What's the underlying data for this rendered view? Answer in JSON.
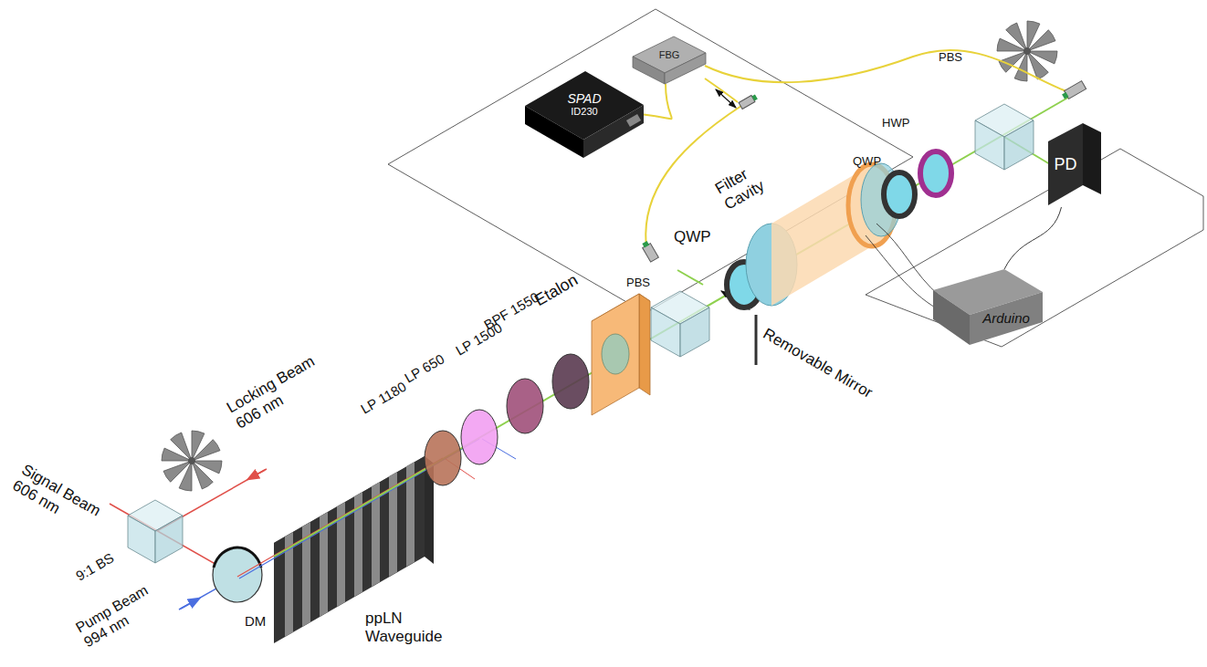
{
  "diagram": {
    "nodes": [
      {
        "text": [
          "SPAD",
          "ID230"
        ]
      },
      {
        "text": [
          "FBG"
        ]
      },
      {
        "text": [
          "PD"
        ]
      },
      {
        "text": [
          "Arduino"
        ]
      }
    ],
    "edges": [
      {
        "from": 1,
        "to": 0,
        "arrow": "none"
      },
      {
        "from": 2,
        "to": 3,
        "arrow": "none"
      }
    ],
    "labels": [
      "Locking Beam 606 nm",
      "Signal Beam 606 nm",
      "9:1 BS",
      "Pump Beam 994 nm",
      "DM",
      "ppLN Waveguide",
      "LP 1180",
      "LP 650",
      "LP 1500",
      "BPF 1550",
      "Etalon",
      "PBS",
      "QWP",
      "Removable Mirror",
      "Filter Cavity",
      "QWP",
      "HWP",
      "PBS"
    ]
  }
}
